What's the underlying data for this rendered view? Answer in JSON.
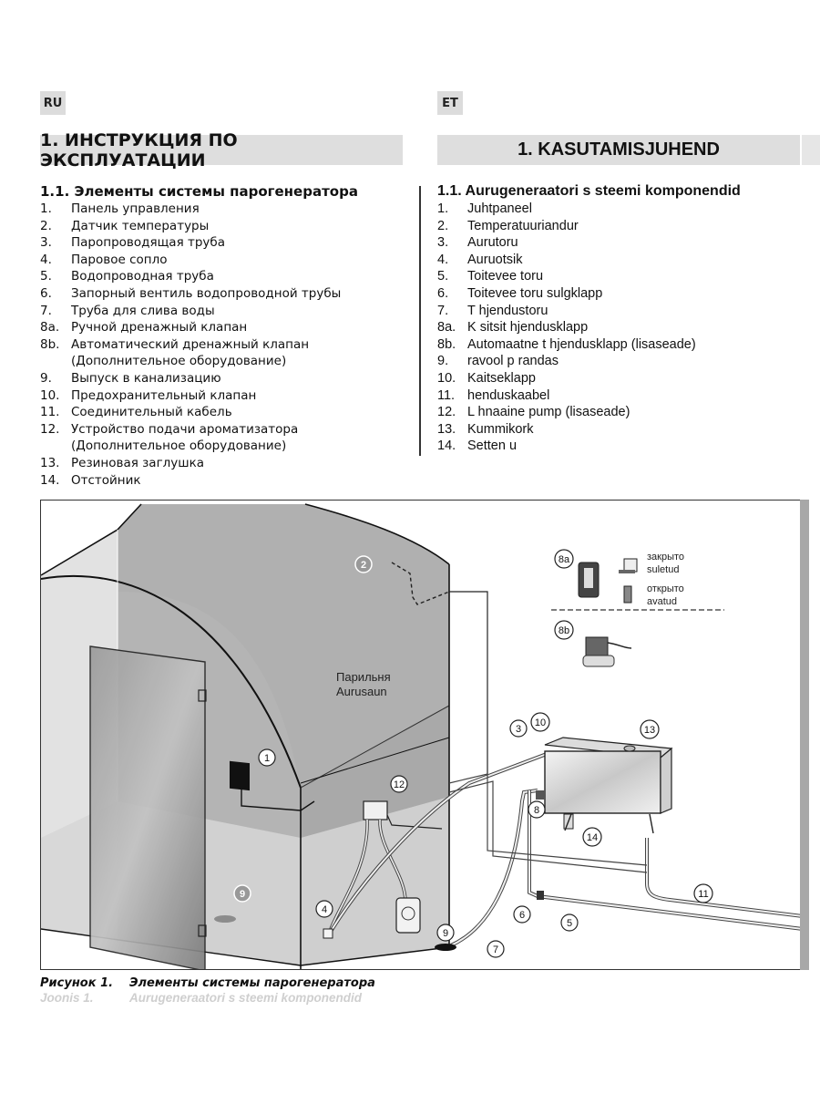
{
  "lang_badges": {
    "ru": "RU",
    "et": "ET"
  },
  "ru": {
    "header": "1. ИНСТРУКЦИЯ ПО ЭКСПЛУАТАЦИИ",
    "section_title": "1.1. Элементы системы парогенератора",
    "items": [
      {
        "num": "1.",
        "text": "Панель управления"
      },
      {
        "num": "2.",
        "text": "Датчик температуры"
      },
      {
        "num": "3.",
        "text": "Паропроводящая труба"
      },
      {
        "num": "4.",
        "text": "Паровое сопло"
      },
      {
        "num": "5.",
        "text": "Водопроводная труба"
      },
      {
        "num": "6.",
        "text": "Запорный вентиль водопроводной трубы"
      },
      {
        "num": "7.",
        "text": "Труба для слива воды"
      },
      {
        "num": "8a.",
        "text": "Ручной дренажный клапан"
      },
      {
        "num": "8b.",
        "text": "Автоматический дренажный клапан",
        "sub": "(Дополнительное оборудование)"
      },
      {
        "num": "9.",
        "text": "Выпуск в канализацию"
      },
      {
        "num": "10.",
        "text": "Предохранительный клапан"
      },
      {
        "num": "11.",
        "text": "Соединительный кабель"
      },
      {
        "num": "12.",
        "text": "Устройство подачи ароматизатора",
        "sub": "(Дополнительное оборудование)"
      },
      {
        "num": "13.",
        "text": "Резиновая заглушка"
      },
      {
        "num": "14.",
        "text": "Отстойник"
      }
    ],
    "caption_num": "Рисунок 1.",
    "caption_text": "Элементы системы парогенератора"
  },
  "et": {
    "header": "1. KASUTAMISJUHEND",
    "section_title": "1.1. Aurugeneraatori s  steemi komponendid",
    "items": [
      {
        "num": "1.",
        "text": "Juhtpaneel"
      },
      {
        "num": "2.",
        "text": "Temperatuuriandur"
      },
      {
        "num": "3.",
        "text": "Aurutoru"
      },
      {
        "num": "4.",
        "text": "Auruotsik"
      },
      {
        "num": "5.",
        "text": "Toitevee toru"
      },
      {
        "num": "6.",
        "text": "Toitevee toru sulgklapp"
      },
      {
        "num": "7.",
        "text": "T  hjendustoru"
      },
      {
        "num": "8a.",
        "text": "K  sitsit  hjendusklapp"
      },
      {
        "num": "8b.",
        "text": "Automaatne t  hjendusklapp (lisaseade)"
      },
      {
        "num": "9.",
        "text": "   ravool p  randas"
      },
      {
        "num": "10.",
        "text": "Kaitseklapp"
      },
      {
        "num": "11.",
        "text": "   henduskaabel"
      },
      {
        "num": "12.",
        "text": "L  hnaaine pump (lisaseade)"
      },
      {
        "num": "13.",
        "text": "Kummikork"
      },
      {
        "num": "14.",
        "text": "Setten  u"
      }
    ],
    "caption_num": "Joonis 1.",
    "caption_text": "Aurugeneraatori s  steemi komponendid"
  },
  "figure": {
    "room_label_ru": "Парильня",
    "room_label_et": "Aurusaun",
    "valve_closed_ru": "закрыто",
    "valve_closed_et": "suletud",
    "valve_open_ru": "открыто",
    "valve_open_et": "avatud",
    "callouts": {
      "c1": "1",
      "c2": "2",
      "c3": "3",
      "c4": "4",
      "c5": "5",
      "c6": "6",
      "c7": "7",
      "c8": "8",
      "c8a": "8a",
      "c8b": "8b",
      "c9a": "9",
      "c9b": "9",
      "c10": "10",
      "c11": "11",
      "c12": "12",
      "c13": "13",
      "c14": "14"
    }
  }
}
